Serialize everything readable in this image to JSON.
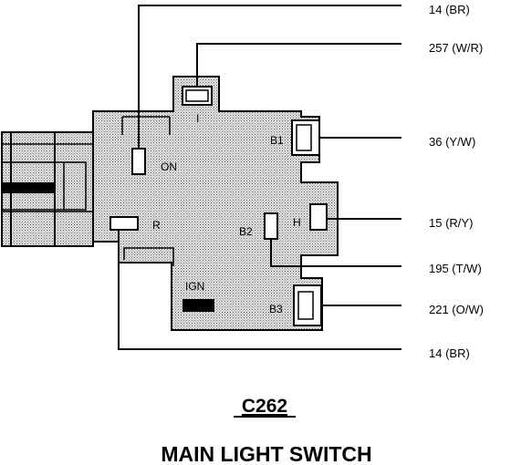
{
  "connector_id": "C262",
  "component_name": "MAIN LIGHT SWITCH",
  "wires": [
    {
      "label": "14 (BR)"
    },
    {
      "label": "257 (W/R)"
    },
    {
      "label": "36 (Y/W)"
    },
    {
      "label": "15 (R/Y)"
    },
    {
      "label": "195 (T/W)"
    },
    {
      "label": "221 (O/W)"
    },
    {
      "label": "14 (BR)"
    }
  ],
  "pins": {
    "i": "I",
    "b1": "B1",
    "on": "ON",
    "r": "R",
    "b2": "B2",
    "h": "H",
    "ign": "IGN",
    "b3": "B3"
  }
}
